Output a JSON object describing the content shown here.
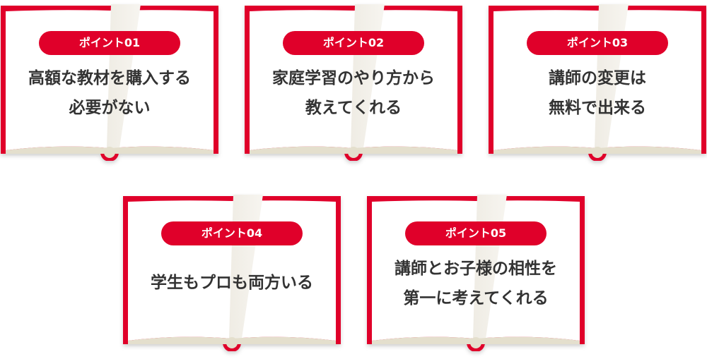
{
  "accent_color": "#e0002a",
  "points": [
    {
      "badge": "ポイント01",
      "lines": [
        "高額な教材を購入する",
        "必要がない"
      ]
    },
    {
      "badge": "ポイント02",
      "lines": [
        "家庭学習のやり方から",
        "教えてくれる"
      ]
    },
    {
      "badge": "ポイント03",
      "lines": [
        "講師の変更は",
        "無料で出来る"
      ]
    },
    {
      "badge": "ポイント04",
      "lines": [
        "学生もプロも両方いる"
      ]
    },
    {
      "badge": "ポイント05",
      "lines": [
        "講師とお子様の相性を",
        "第一に考えてくれる"
      ]
    }
  ]
}
